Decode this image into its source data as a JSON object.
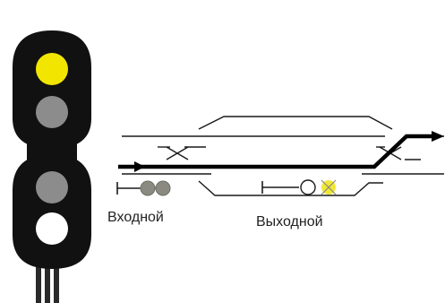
{
  "signal_head": {
    "lamps_top": [
      {
        "name": "yellow-lamp",
        "state": "lit",
        "color": "#f2e600"
      },
      {
        "name": "gray-lamp",
        "state": "dark",
        "color": "#8c8c8c"
      }
    ],
    "lamps_bottom": [
      {
        "name": "gray-lamp",
        "state": "dark",
        "color": "#8c8c8c"
      },
      {
        "name": "white-lamp",
        "state": "lit",
        "color": "#ffffff"
      }
    ],
    "housing_color": "#111111"
  },
  "track_diagram": {
    "entry_signal_label": "Входной",
    "exit_signal_label": "Выходной",
    "entry_signal_lamps": [
      "gray",
      "gray"
    ],
    "exit_signal_lamps": [
      "white",
      "yellow"
    ],
    "route_color": "#000000",
    "yellow_color": "#f0e836",
    "gray_color": "#8a8a80"
  }
}
